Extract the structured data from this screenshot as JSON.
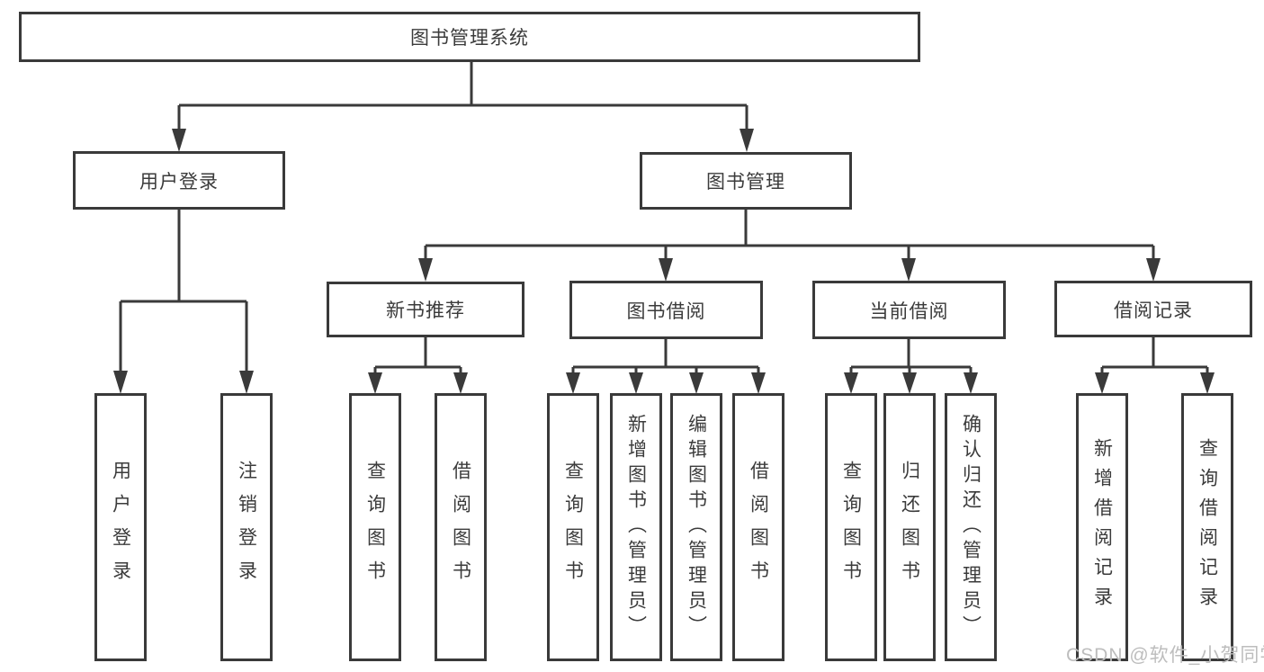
{
  "diagram": {
    "type": "hierarchy-tree",
    "root": {
      "label": "图书管理系统"
    },
    "level2": [
      {
        "label": "用户登录",
        "parent": "图书管理系统"
      },
      {
        "label": "图书管理",
        "parent": "图书管理系统"
      }
    ],
    "level3": [
      {
        "label": "新书推荐",
        "parent": "图书管理"
      },
      {
        "label": "图书借阅",
        "parent": "图书管理"
      },
      {
        "label": "当前借阅",
        "parent": "图书管理"
      },
      {
        "label": "借阅记录",
        "parent": "图书管理"
      }
    ],
    "leaves": [
      {
        "label": "用户登录",
        "parent": "用户登录"
      },
      {
        "label": "注销登录",
        "parent": "用户登录"
      },
      {
        "label": "查询图书",
        "parent": "新书推荐"
      },
      {
        "label": "借阅图书",
        "parent": "新书推荐"
      },
      {
        "label": "查询图书",
        "parent": "图书借阅"
      },
      {
        "label": "新增图书（管理员）",
        "parent": "图书借阅"
      },
      {
        "label": "编辑图书（管理员）",
        "parent": "图书借阅"
      },
      {
        "label": "借阅图书",
        "parent": "图书借阅"
      },
      {
        "label": "查询图书",
        "parent": "当前借阅"
      },
      {
        "label": "归还图书",
        "parent": "当前借阅"
      },
      {
        "label": "确认归还（管理员）",
        "parent": "当前借阅"
      },
      {
        "label": "新增借阅记录",
        "parent": "借阅记录"
      },
      {
        "label": "查询借阅记录",
        "parent": "借阅记录"
      }
    ]
  },
  "watermark": "CSDN @软件_小贺同学",
  "colors": {
    "line": "#3a3a3a",
    "text": "#3b3b3b",
    "background": "#ffffff",
    "watermark": "#bdbdbd"
  }
}
